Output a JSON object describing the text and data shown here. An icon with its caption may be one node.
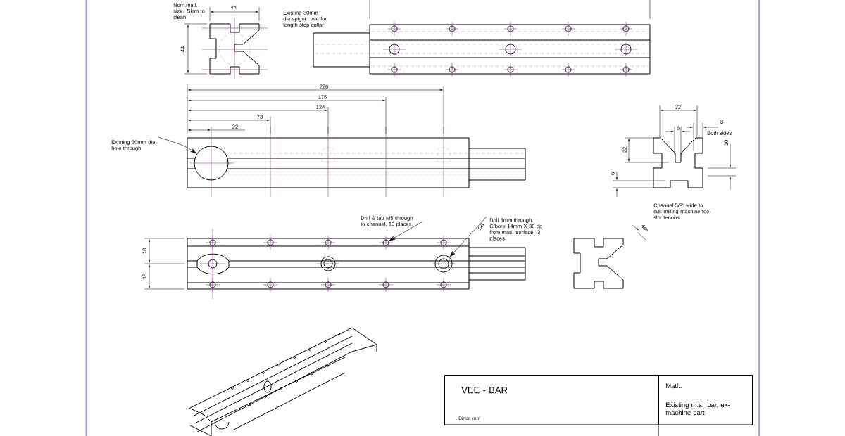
{
  "diagram": {
    "nodes": [
      {
        "text": [
          "Existing 30mm dia hole through"
        ]
      },
      {
        "text": [
          "Drill & tap M5 through to channel, 10 places."
        ]
      },
      {
        "text": [
          "Drill 8mm through. C/bore 14mm X 30 dp from matl. surface. 3 places."
        ]
      },
      {
        "text": [
          "VEE - BAR",
          "Dims: mm"
        ]
      },
      {
        "text": [
          "Matl.:",
          "Existing m.s. bar, ex-machine part"
        ]
      },
      {
        "text": [],
        "shape": "circle"
      },
      {
        "text": [],
        "shape": "circle"
      },
      {
        "text": [],
        "shape": "circle"
      }
    ],
    "edges": [
      {
        "from": 0,
        "to": 5,
        "arrow": "to"
      },
      {
        "from": 1,
        "to": 6,
        "arrow": "to"
      },
      {
        "from": 2,
        "to": 7,
        "arrow": "to",
        "label": "Ø8"
      }
    ],
    "labels": [
      "Nom.matl. size. Skim to clean",
      "44",
      "44",
      "Existing 30mm dia spigot: use for length stop collar",
      "226",
      "175",
      "124",
      "73",
      "22",
      "32",
      "6",
      "8",
      "Both sides",
      "22",
      "10",
      "6",
      "Channel 5/8\" wide to suit milling-machine tee-slot tenons.",
      "18",
      "18",
      "45°"
    ]
  }
}
